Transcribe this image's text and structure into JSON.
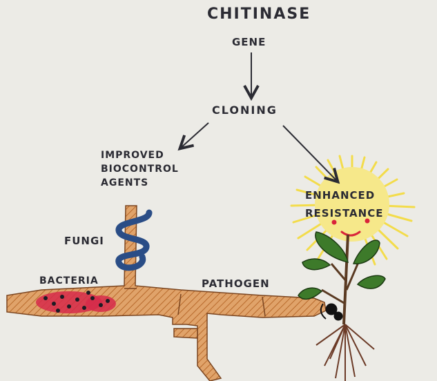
{
  "diagram": {
    "title": "CHITINASE",
    "gene": "GENE",
    "cloning": "CLONING",
    "improved": [
      "IMPROVED",
      "BIOCONTROL",
      "AGENTS"
    ],
    "enhanced": [
      "ENHANCED",
      "RESISTANCE"
    ],
    "fungi": "FUNGI",
    "bacteria": "BACTERIA",
    "pathogen": "PATHOGEN"
  },
  "colors": {
    "hypha": "#e0a36a",
    "hypha_hatch": "#b86a2c",
    "fungus": "#2a4d86",
    "bacteria": "#d62a4a",
    "sun": "#f3dc4a",
    "face": "#d9233a",
    "leaf": "#3d7a2a",
    "ink": "#2b2b33"
  }
}
